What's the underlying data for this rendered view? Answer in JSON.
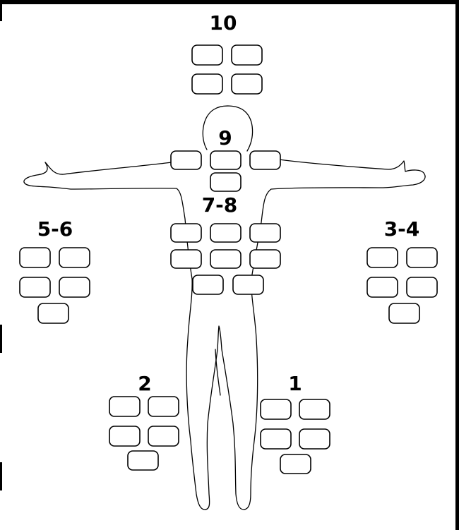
{
  "colors": {
    "frame": "#000000",
    "outline": "#000000",
    "pad_fill": "#ffffff",
    "background": "#ffffff"
  },
  "figure": {
    "groups": [
      {
        "id": "g10",
        "label": "10",
        "pad_count": 4
      },
      {
        "id": "g9",
        "label": "9",
        "pad_count": 4
      },
      {
        "id": "g78",
        "label": "7-8",
        "pad_count": 8
      },
      {
        "id": "g56",
        "label": "5-6",
        "pad_count": 5
      },
      {
        "id": "g34",
        "label": "3-4",
        "pad_count": 5
      },
      {
        "id": "g2",
        "label": "2",
        "pad_count": 5
      },
      {
        "id": "g1",
        "label": "1",
        "pad_count": 5
      }
    ]
  }
}
